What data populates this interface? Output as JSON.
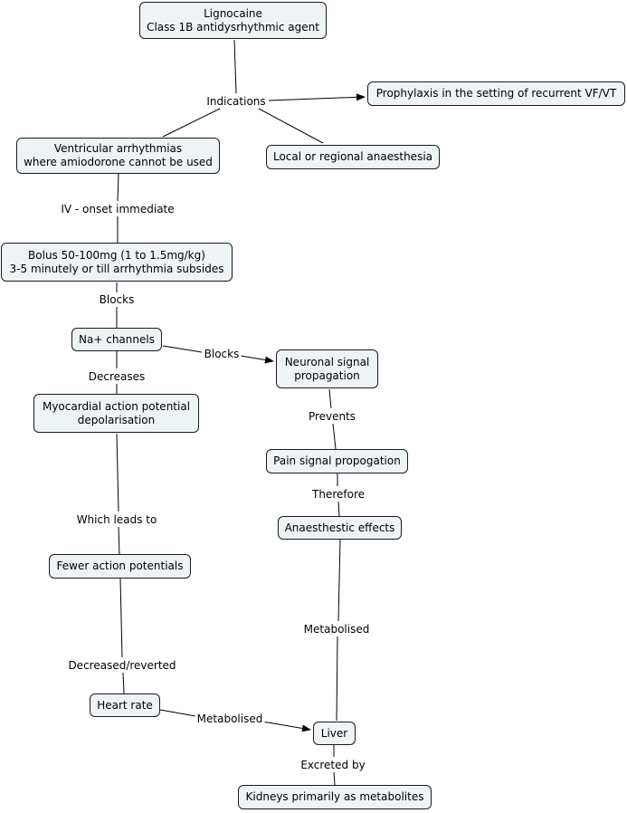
{
  "nodes": {
    "lignocaine": "Lignocaine\nClass 1B antidysrhythmic agent",
    "prophylaxis": "Prophylaxis in the setting of recurrent VF/VT",
    "ventricular": "Ventricular arrhythmias\nwhere amiodorone cannot be used",
    "local": "Local or regional anaesthesia",
    "bolus": "Bolus 50-100mg (1 to 1.5mg/kg)\n3-5 minutely or till arrhythmia subsides",
    "na_channels": "Na+ channels",
    "neuronal": "Neuronal signal\npropagation",
    "myocardial": "Myocardial action potential\ndepolarisation",
    "pain": "Pain signal propogation",
    "anaesthetic": "Anaesthestic effects",
    "fewer": "Fewer action potentials",
    "heart_rate": "Heart rate",
    "liver": "Liver",
    "kidneys": "Kidneys primarily as metabolites"
  },
  "links": {
    "indications": "Indications",
    "iv_onset": "IV - onset immediate",
    "blocks_1": "Blocks",
    "blocks_2": "Blocks",
    "decreases": "Decreases",
    "prevents": "Prevents",
    "therefore": "Therefore",
    "which_leads_to": "Which leads to",
    "metabolised_1": "Metabolised",
    "decreased_reverted": "Decreased/reverted",
    "metabolised_2": "Metabolised",
    "excreted_by": "Excreted by"
  }
}
